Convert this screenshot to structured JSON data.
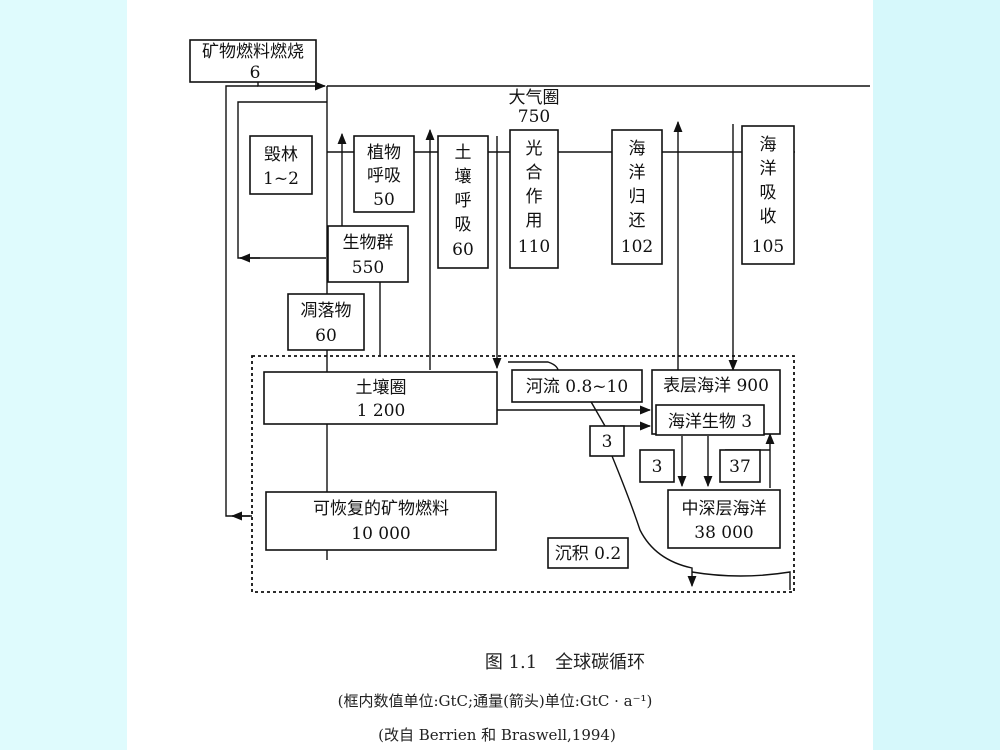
{
  "boxes": {
    "fossil_burn": {
      "name": "矿物燃料燃烧",
      "value": "6"
    },
    "atmosphere": {
      "name": "大气圈",
      "value": "750"
    },
    "deforest": {
      "name": "毁林",
      "value": "1~2"
    },
    "plant_resp": {
      "line1": "植物",
      "line2": "呼吸",
      "value": "50"
    },
    "soil_resp": {
      "chars": [
        "土",
        "壤",
        "呼",
        "吸"
      ],
      "value": "60"
    },
    "photosynth": {
      "chars": [
        "光",
        "合",
        "作",
        "用"
      ],
      "value": "110"
    },
    "ocean_return": {
      "chars": [
        "海",
        "洋",
        "归",
        "还"
      ],
      "value": "102"
    },
    "ocean_absorb": {
      "chars": [
        "海",
        "洋",
        "吸",
        "收"
      ],
      "value": "105"
    },
    "biota": {
      "name": "生物群",
      "value": "550"
    },
    "litter": {
      "name": "凋落物",
      "value": "60"
    },
    "soil_sphere": {
      "name": "土壤圈",
      "value": "1 200"
    },
    "river": {
      "label": "河流 0.8~10"
    },
    "surface_ocean": {
      "label": "表层海洋 900"
    },
    "marine_bio": {
      "label": "海洋生物 3"
    },
    "flux_a": {
      "value": "3"
    },
    "flux_b": {
      "value": "3"
    },
    "flux_c": {
      "value": "37"
    },
    "deep_ocean": {
      "name": "中深层海洋",
      "value": "38 000"
    },
    "fossil_reserve": {
      "name": "可恢复的矿物燃料",
      "value": "10 000"
    },
    "sediment": {
      "label": "沉积 0.2"
    }
  },
  "caption": {
    "title": "图 1.1　全球碳循环",
    "note": "(框内数值单位:GtC;通量(箭头)单位:GtC · a⁻¹)",
    "source": "(改自 Berrien 和 Braswell,1994)"
  },
  "colors": {
    "background": "#d9fafc",
    "paper": "#ffffff",
    "ink": "#111111"
  }
}
